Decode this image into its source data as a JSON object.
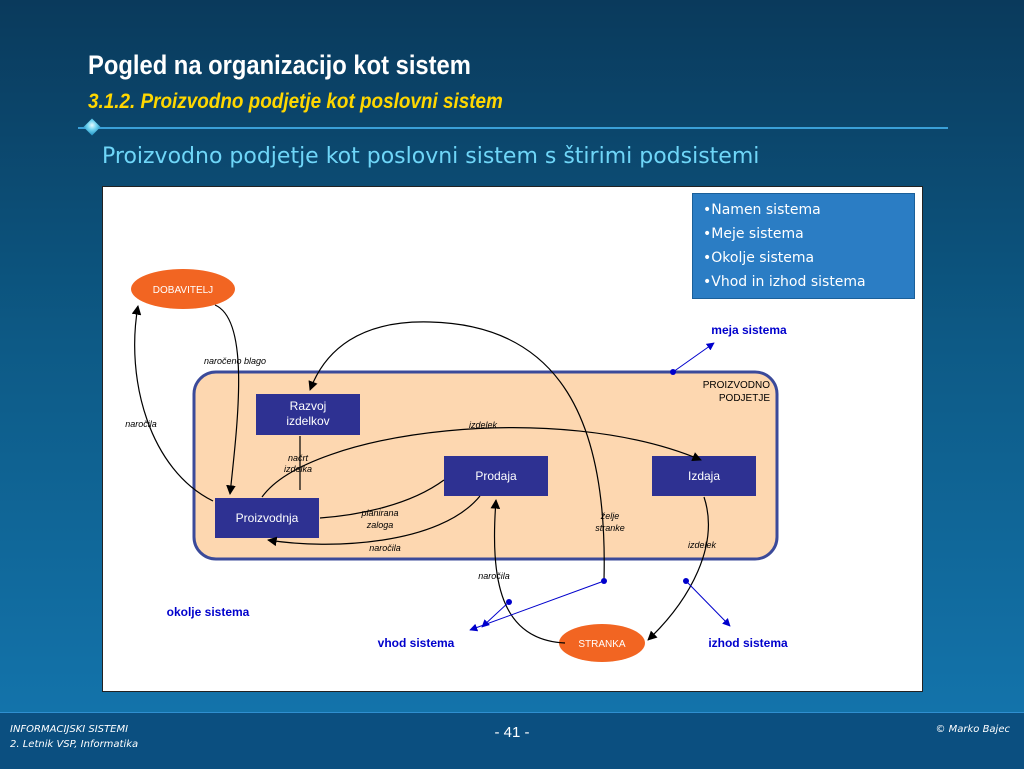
{
  "slide": {
    "title": "Pogled na organizacijo kot sistem",
    "subtitle": "3.1.2. Proizvodno podjetje kot poslovni sistem",
    "heading": "Proizvodno podjetje kot poslovni sistem s štirimi podsistemi"
  },
  "info_box": {
    "items": [
      "•Namen sistema",
      "•Meje sistema",
      "•Okolje sistema",
      "•Vhod in izhod sistema"
    ]
  },
  "diagram": {
    "nodes": {
      "dobavitelj": "DOBAVITELJ",
      "stranka": "STRANKA",
      "razvoj_line1": "Razvoj",
      "razvoj_line2": "izdelkov",
      "prodaja": "Prodaja",
      "izdaja": "Izdaja",
      "proizvodnja": "Proizvodnja"
    },
    "container_line1": "PROIZVODNO",
    "container_line2": "PODJETJE",
    "labels": {
      "naroceno_blago": "naročeno blago",
      "narocila_left": "naročila",
      "izdelek_top": "izdelek",
      "nacrt_line1": "načrt",
      "nacrt_line2": "izdelka",
      "planirana_line1": "planirana",
      "planirana_line2": "zaloga",
      "narocila_inner": "naročila",
      "zelje_line1": "želje",
      "zelje_line2": "stranke",
      "izdelek_right": "izdelek",
      "narocila_bottom": "naročila"
    },
    "annotations": {
      "meja_sistema": "meja sistema",
      "okolje_sistema": "okolje sistema",
      "vhod_sistema": "vhod sistema",
      "izhod_sistema": "izhod sistema"
    }
  },
  "footer": {
    "left_line1": "INFORMACIJSKI SISTEMI",
    "left_line2": "2. Letnik VSP, Informatika",
    "page": "- 41 -",
    "right": "© Marko Bajec"
  },
  "colors": {
    "navy_box": "#2e3192",
    "orange_ellipse": "#f26522",
    "container_fill": "#fdd7b0",
    "container_border": "#3b4a9a",
    "annotation_blue": "#0000cc",
    "subtitle_yellow": "#ffd700",
    "heading_cyan": "#6fd6f8"
  }
}
